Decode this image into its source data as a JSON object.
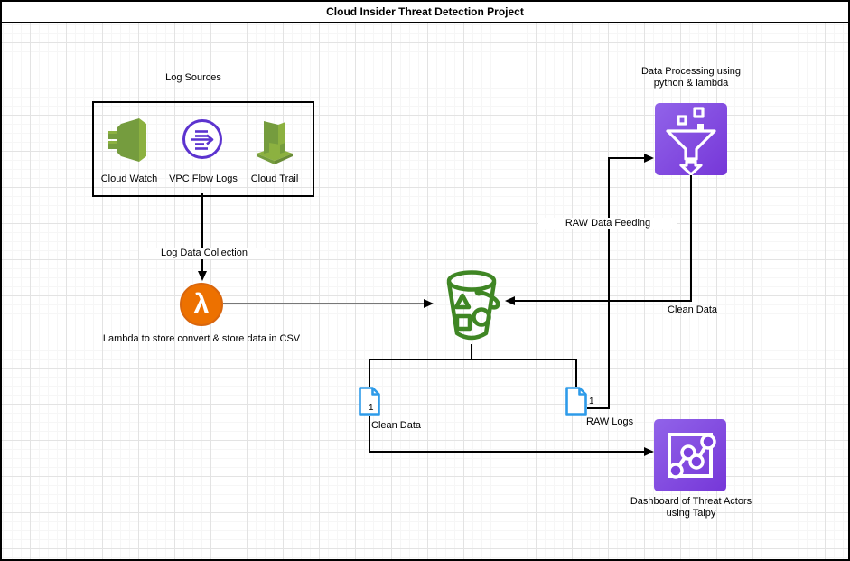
{
  "title": "Cloud Insider Threat Detection Project",
  "colors": {
    "aws_orange": "#ED7100",
    "aws_green": "#759C3E",
    "s3_green": "#3F8624",
    "vpc_purple": "#5C33CF",
    "service_purple_light": "#9163E9",
    "service_purple_dark": "#7637D8",
    "file_blue": "#2E9BE9"
  },
  "log_sources": {
    "group_label": "Log Sources",
    "items": [
      {
        "label": "Cloud Watch",
        "icon": "cloudwatch-icon"
      },
      {
        "label": "VPC Flow Logs",
        "icon": "vpc-flow-logs-icon"
      },
      {
        "label": "Cloud Trail",
        "icon": "cloudtrail-icon"
      }
    ]
  },
  "nodes": {
    "lambda": {
      "symbol": "λ",
      "caption": "Lambda to store convert & store data in CSV"
    },
    "data_processing": {
      "label_line1": "Data Processing using",
      "label_line2": "python & lambda"
    },
    "dashboard": {
      "label_line1": "Dashboard of Threat Actors",
      "label_line2": "using Taipy"
    },
    "clean_data_file": {
      "badge": "1",
      "label": "Clean Data"
    },
    "raw_logs_file": {
      "badge": "1",
      "label": "RAW Logs"
    }
  },
  "edges": {
    "log_data_collection": "Log Data Collection",
    "raw_data_feeding": "RAW Data Feeding",
    "clean_data": "Clean Data"
  }
}
